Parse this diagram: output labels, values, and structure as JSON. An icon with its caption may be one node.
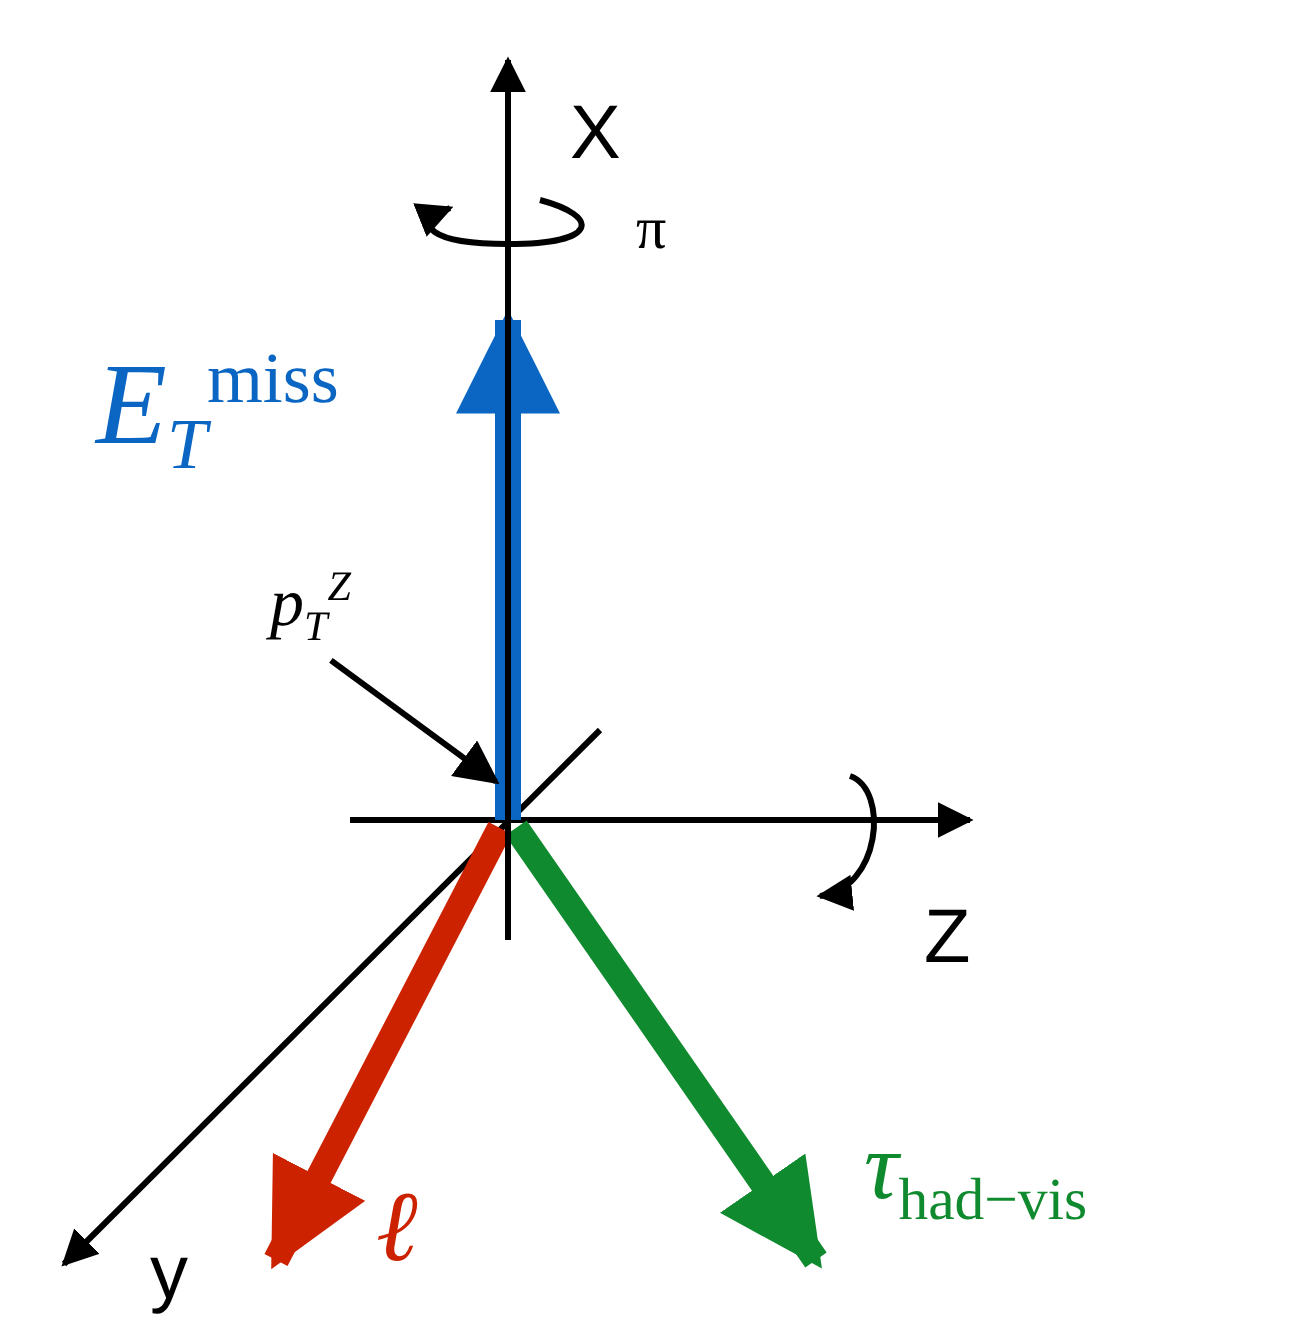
{
  "diagram": {
    "nodes": [
      {
        "text": [
          "*p*$_{T}$$^{Z}$"
        ]
      },
      {
        "text": [],
        "shape": "line"
      }
    ],
    "edges": [
      {
        "from": 0,
        "to": 1,
        "arrow": "to"
      }
    ],
    "labels": [
      "X",
      "π",
      "*E*$_{T}$$^{miss}$",
      "Z",
      "y",
      "*ℓ*",
      "*τ*$_{had−vis}$"
    ]
  }
}
